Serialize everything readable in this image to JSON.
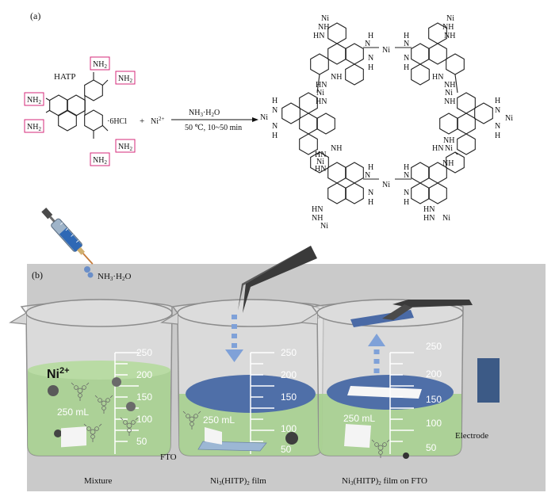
{
  "panel_a": {
    "label": "(a)",
    "hatp_label": "HATP",
    "amine_group": "NH2",
    "hcl": "·6HCl",
    "plus": "+",
    "ni_ion": "Ni2+",
    "arrow_top": "NH3·H2O",
    "arrow_bottom": "50 ℃, 10~50 min",
    "product_atoms": {
      "ni": "Ni",
      "nh": "NH",
      "hn": "HN",
      "n": "N",
      "h": "H"
    }
  },
  "panel_b": {
    "label": "(b)",
    "syringe_reagent": "NH3·H2O",
    "scale_marks": [
      "250",
      "200",
      "150",
      "100",
      "50"
    ],
    "volume_label": "250 mL",
    "ni_ion": "Ni2+",
    "captions": {
      "mixture": "Mixture",
      "film": "Ni3(HITP)2 film",
      "film_on_fto": "Ni3(HITP)2 film on FTO"
    },
    "fto_label": "FTO",
    "electrode_label": "Electrode"
  },
  "colors": {
    "pink_box": "#d6297a",
    "panel_bg": "#cacaca",
    "liquid": "#a6cf8f",
    "film_blue": "#4f6fa8",
    "electrode": "#3c5a86",
    "arrow_blue": "#7fa1d8"
  }
}
